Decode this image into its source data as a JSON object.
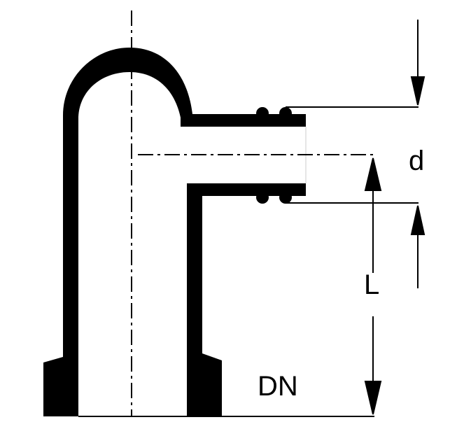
{
  "diagram": {
    "labels": {
      "branch_diameter": "d",
      "branch_height": "L",
      "nominal_diameter": "DN"
    },
    "colors": {
      "ink": "#000000",
      "background": "#ffffff"
    }
  }
}
